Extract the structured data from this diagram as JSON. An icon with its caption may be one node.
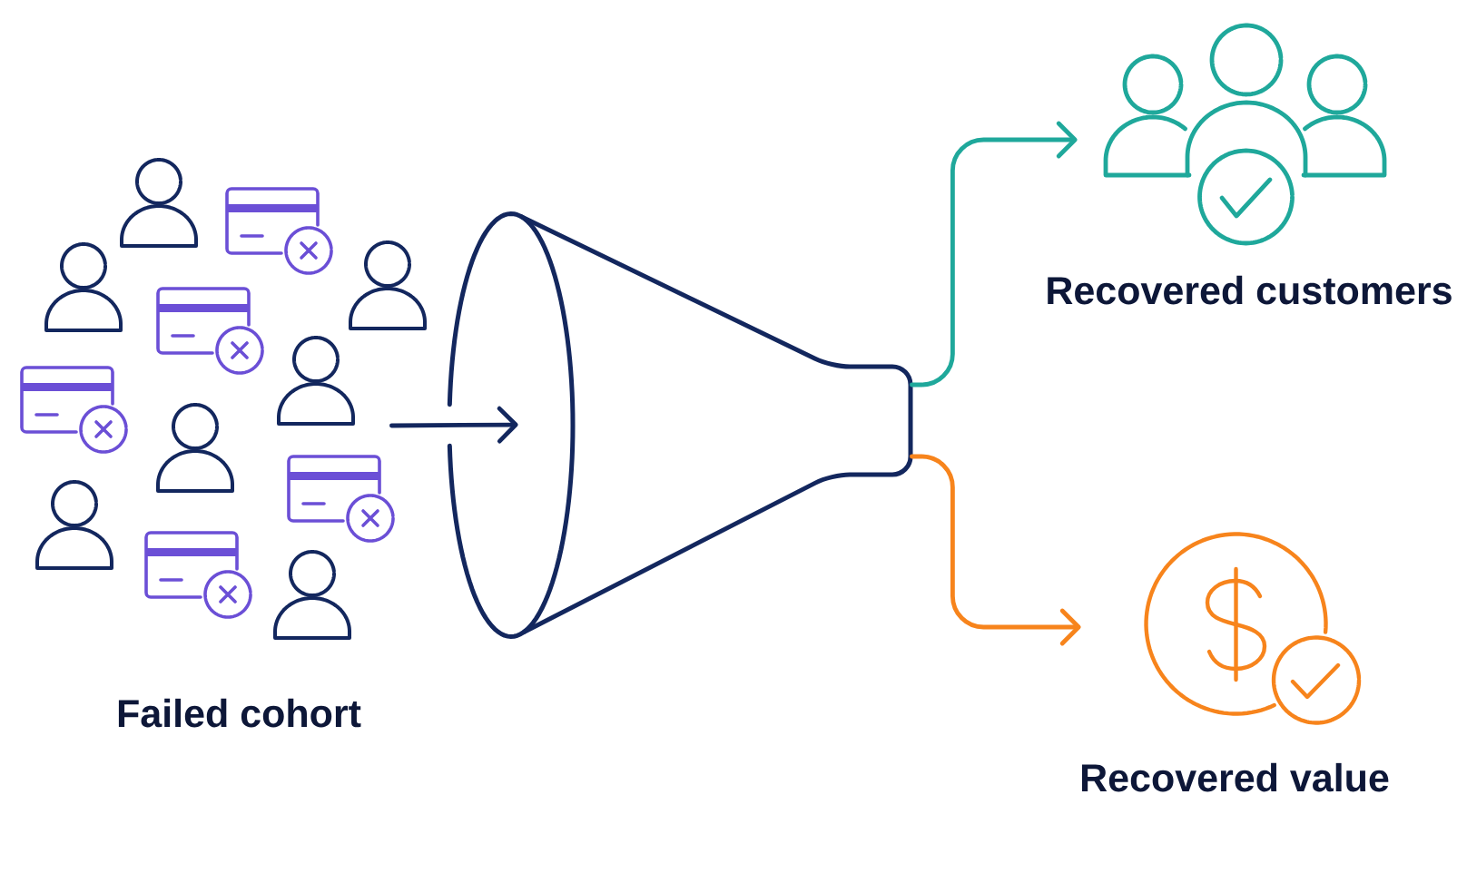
{
  "diagram": {
    "nodes": [
      {
        "text": [
          "Failed cohort"
        ]
      },
      {
        "text": [],
        "shape": "funnel"
      },
      {
        "text": [
          "Recovered customers"
        ]
      },
      {
        "text": [
          "Recovered value"
        ]
      }
    ],
    "edges": [
      {
        "from": 0,
        "to": 1,
        "arrow": "to",
        "color": "#13275e"
      },
      {
        "from": 1,
        "to": 2,
        "arrow": "to",
        "color": "#1fa89b"
      },
      {
        "from": 1,
        "to": 3,
        "arrow": "to",
        "color": "#f7841c"
      }
    ]
  }
}
